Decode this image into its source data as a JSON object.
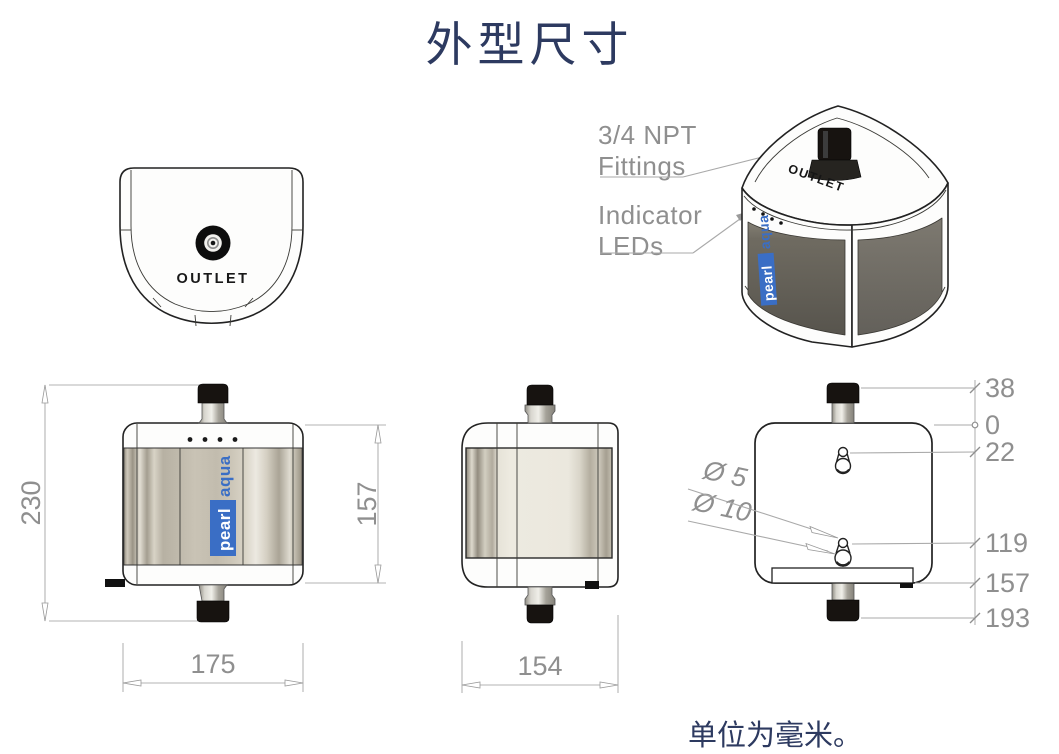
{
  "title": "外型尺寸",
  "footnote": "单位为毫米。",
  "annotations": {
    "npt_line1": "3/4 NPT",
    "npt_line2": "Fittings",
    "led_line1": "Indicator",
    "led_line2": "LEDs"
  },
  "device": {
    "outlet_label": "OUTLET",
    "brand_line1": "pearl",
    "brand_line2": "aqua"
  },
  "dimensions": {
    "front_total_height": "230",
    "front_body_height": "157",
    "front_width": "175",
    "side_width": "154",
    "hole_small_dia": "Ø 5",
    "hole_large_dia": "Ø 10",
    "back_levels": [
      "38",
      "0",
      "22",
      "119",
      "157",
      "193"
    ]
  },
  "colors": {
    "heading_navy": "#2d3a60",
    "dimension_gray": "#8f8f8f",
    "brand_blue": "#3a6ec5",
    "panel_dark_gray": "#6f6c64"
  }
}
